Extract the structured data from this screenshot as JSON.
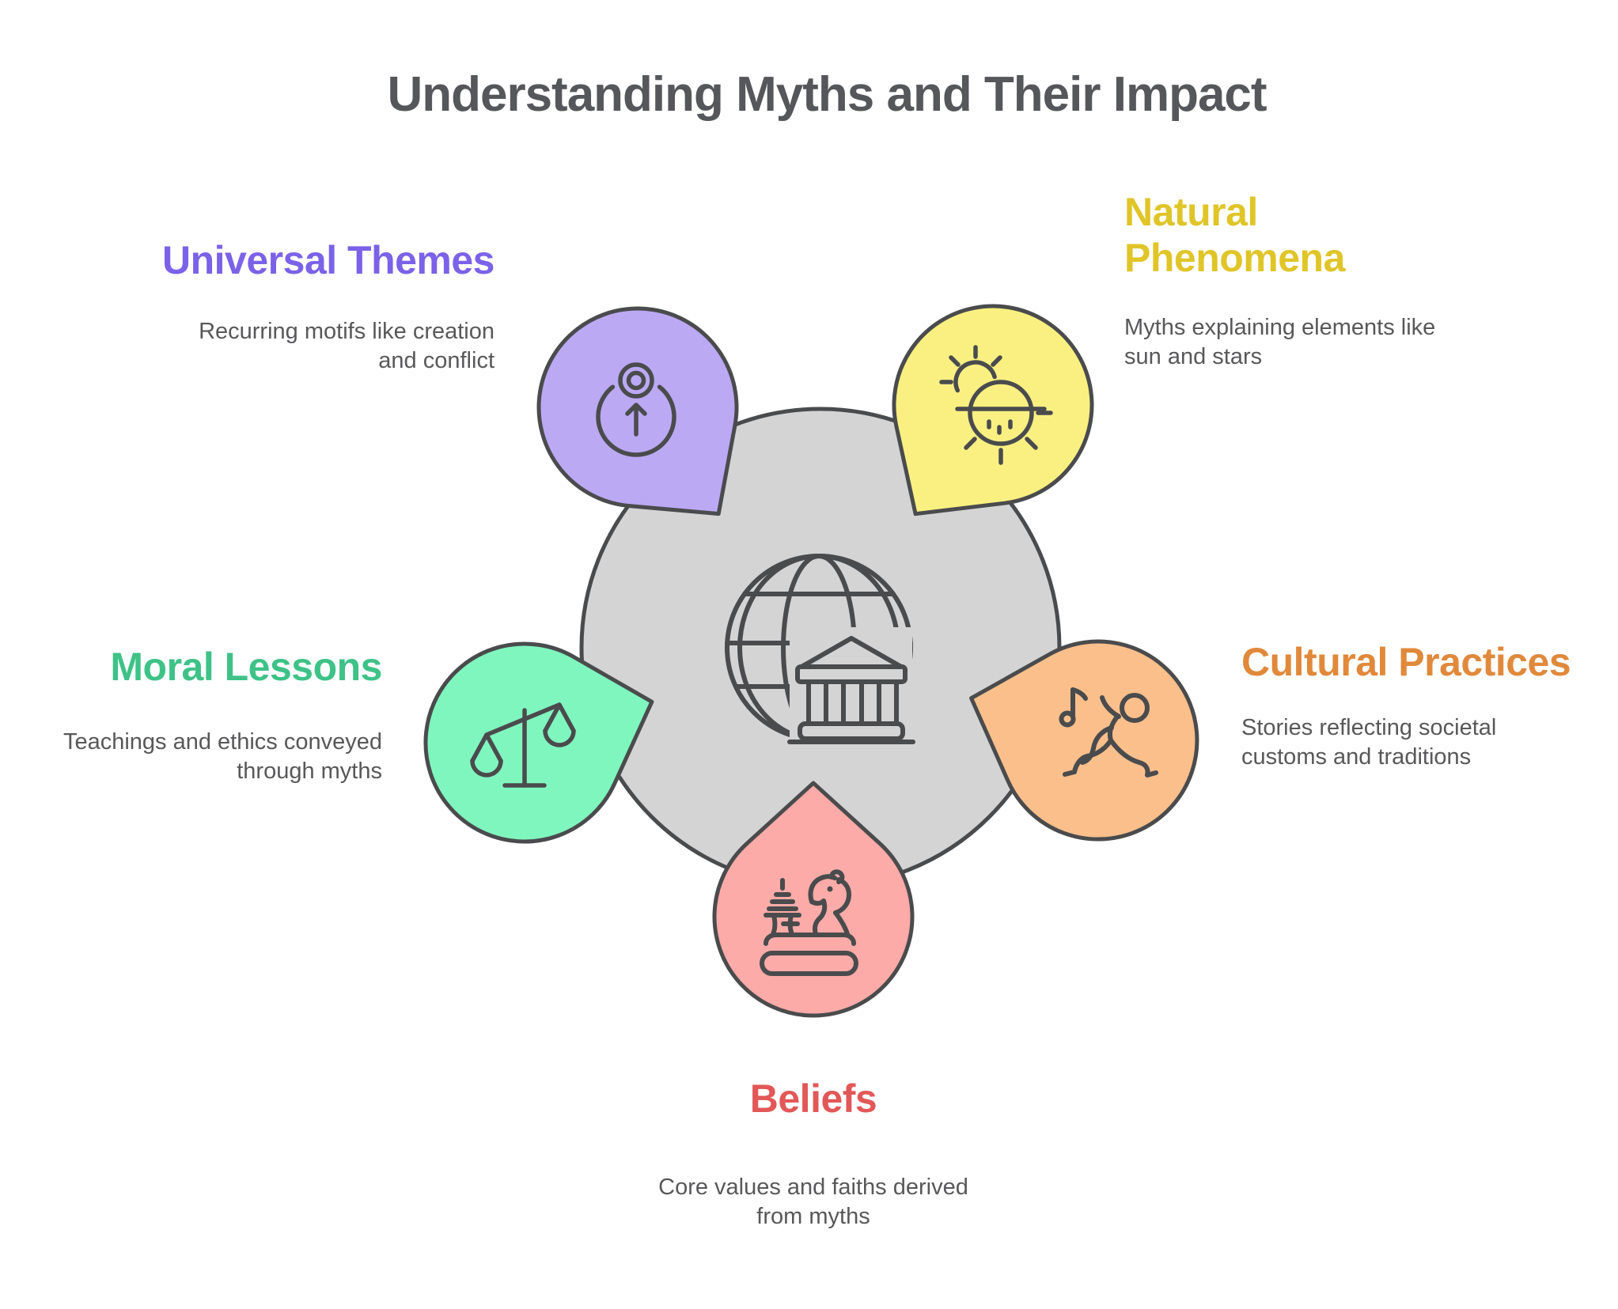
{
  "title": "Understanding Myths and Their Impact",
  "theme": {
    "background": "#FFFFFF",
    "outline": "#4A4B4D",
    "center_fill": "#D4D4D5",
    "text": "#58585A",
    "title_color": "#56575A"
  },
  "center": {
    "icon": "globe-temple-icon"
  },
  "nodes": [
    {
      "id": "universal-themes",
      "label": "Universal Themes",
      "description": "Recurring motifs like creation and conflict",
      "accent": "#7B62E8",
      "fill": "#BCA9F4",
      "icon": "growth-arrow-icon"
    },
    {
      "id": "natural-phenomena",
      "label": "Natural Phenomena",
      "description": "Myths explaining elements like sun and stars",
      "accent": "#E0C528",
      "fill": "#FAF081",
      "icon": "sun-icon"
    },
    {
      "id": "moral-lessons",
      "label": "Moral Lessons",
      "description": "Teachings and ethics conveyed through myths",
      "accent": "#3EC287",
      "fill": "#80F6BF",
      "icon": "balance-scale-icon"
    },
    {
      "id": "cultural-practices",
      "label": "Cultural Practices",
      "description": "Stories reflecting societal customs and traditions",
      "accent": "#E1893B",
      "fill": "#FBBF8B",
      "icon": "dancer-music-icon"
    },
    {
      "id": "beliefs",
      "label": "Beliefs",
      "description": "Core values and faiths derived from myths",
      "accent": "#E25757",
      "fill": "#FCABA8",
      "icon": "snake-statue-icon"
    }
  ]
}
